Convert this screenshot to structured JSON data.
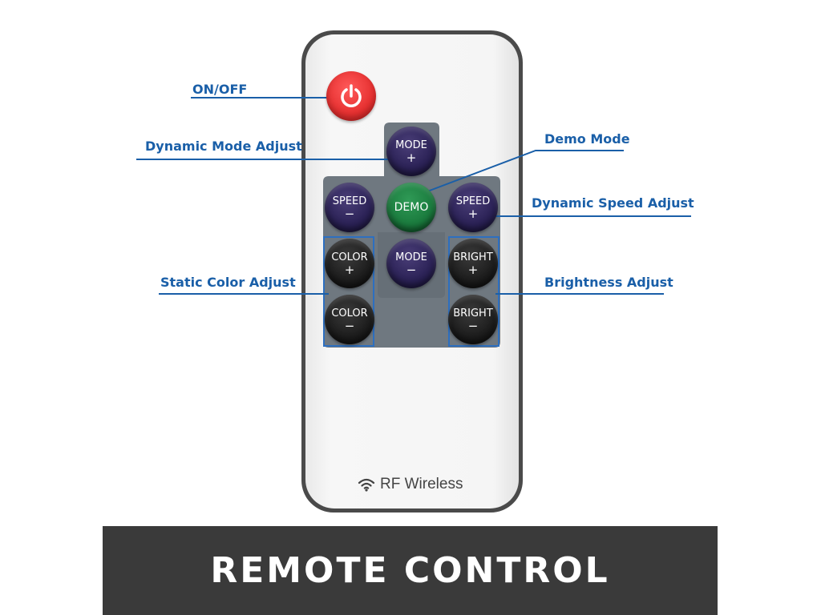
{
  "labels": {
    "on_off": "ON/OFF",
    "dynamic_mode_adjust": "Dynamic Mode Adjust",
    "demo_mode": "Demo Mode",
    "dynamic_speed_adjust": "Dynamic Speed Adjust",
    "static_color_adjust": "Static Color Adjust",
    "brightness_adjust": "Brightness Adjust"
  },
  "buttons": {
    "mode_plus": {
      "label": "MODE",
      "sign": "+"
    },
    "speed_minus": {
      "label": "SPEED",
      "sign": "−"
    },
    "demo": {
      "label": "DEMO"
    },
    "speed_plus": {
      "label": "SPEED",
      "sign": "+"
    },
    "color_plus": {
      "label": "COLOR",
      "sign": "+"
    },
    "mode_minus": {
      "label": "MODE",
      "sign": "−"
    },
    "bright_plus": {
      "label": "BRIGHT",
      "sign": "+"
    },
    "color_minus": {
      "label": "COLOR",
      "sign": "−"
    },
    "bright_minus": {
      "label": "BRIGHT",
      "sign": "−"
    }
  },
  "brand": {
    "text": "RF Wireless",
    "icon": "wifi-icon"
  },
  "footer": {
    "title": "REMOTE CONTROL"
  },
  "colors": {
    "callout": "#1a5fa8",
    "power": "#e63030",
    "key_purple": "#2a2155",
    "key_black": "#1c1c1c",
    "key_green": "#1a7a3d",
    "footer_bg": "#3a3a3a"
  }
}
